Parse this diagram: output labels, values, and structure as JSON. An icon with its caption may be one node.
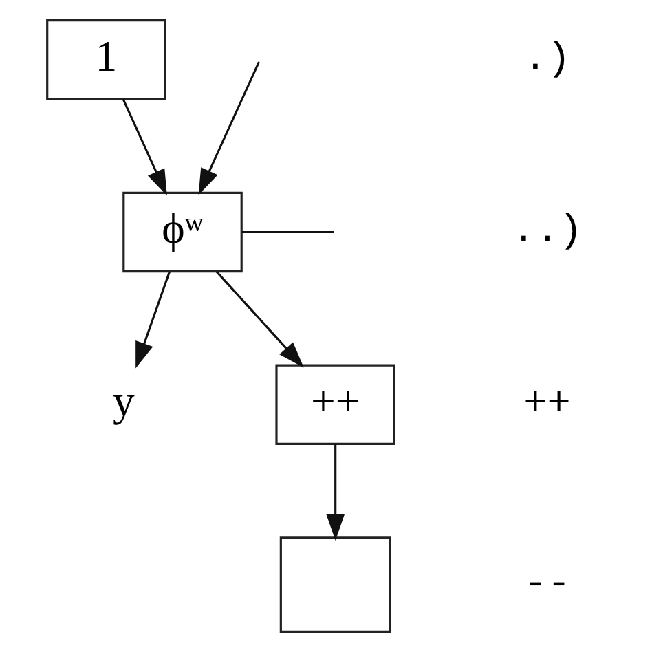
{
  "diagram": {
    "nodes": [
      {
        "text": [
          "1"
        ]
      },
      {
        "text": [
          "ϕʷ"
        ]
      },
      {
        "text": [
          "y"
        ]
      },
      {
        "text": [
          "++"
        ]
      },
      {
        "text": [],
        "shape": "box"
      }
    ],
    "edges": [
      {
        "from": 0,
        "to": 1,
        "arrow": "to"
      },
      {
        "from": null,
        "to": 1,
        "arrow": "to"
      },
      {
        "from": 1,
        "to": 2,
        "arrow": "to"
      },
      {
        "from": 1,
        "to": 3,
        "arrow": "to"
      },
      {
        "from": 1,
        "to": null,
        "arrow": "none"
      },
      {
        "from": 3,
        "to": 4,
        "arrow": "to"
      }
    ],
    "labels": [
      ".)",
      "..)",
      "++",
      "--"
    ]
  }
}
